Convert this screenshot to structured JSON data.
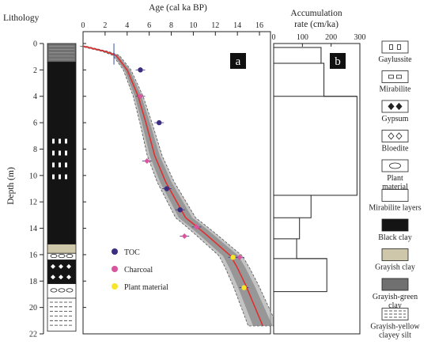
{
  "chart_data": [
    {
      "type": "column",
      "title": "Lithology",
      "ylabel": "Depth (m)",
      "yticks": [
        0,
        2,
        4,
        6,
        8,
        10,
        12,
        14,
        16,
        18,
        20,
        22
      ],
      "ylim": [
        0,
        22
      ],
      "units": [
        {
          "from": 0,
          "to": 1.4,
          "lithology": "Grayish-green clay"
        },
        {
          "from": 1.4,
          "to": 15.2,
          "lithology": "Black clay"
        },
        {
          "from": 7.2,
          "to": 10.2,
          "lithology": "Mirabilite layers (inclusions)"
        },
        {
          "from": 15.2,
          "to": 15.9,
          "lithology": "Grayish clay"
        },
        {
          "from": 15.9,
          "to": 16.4,
          "lithology": "Plant material"
        },
        {
          "from": 16.4,
          "to": 18.2,
          "lithology": "Black clay with gypsum"
        },
        {
          "from": 18.2,
          "to": 19.3,
          "lithology": "Plant material"
        },
        {
          "from": 19.3,
          "to": 21.8,
          "lithology": "Grayish-yellow clayey silt"
        }
      ]
    },
    {
      "type": "line",
      "panel_label": "a",
      "xlabel": "Age (cal ka BP)",
      "xlim": [
        0,
        17
      ],
      "xticks": [
        0,
        2,
        4,
        6,
        8,
        10,
        12,
        14,
        16
      ],
      "ylim": [
        0,
        22
      ],
      "series": [
        {
          "name": "Age model",
          "color": "#e03030",
          "points": [
            [
              0,
              0.2
            ],
            [
              1,
              0.4
            ],
            [
              2,
              0.6
            ],
            [
              3,
              0.9
            ],
            [
              4,
              2.0
            ],
            [
              5,
              4.0
            ],
            [
              5.7,
              6.0
            ],
            [
              6.5,
              8.5
            ],
            [
              7.5,
              10.5
            ],
            [
              8.5,
              12.0
            ],
            [
              9.3,
              13.2
            ],
            [
              10.2,
              13.8
            ],
            [
              11.2,
              14.5
            ],
            [
              12.3,
              15.3
            ],
            [
              13.4,
              16.1
            ],
            [
              14,
              17.0
            ],
            [
              14.8,
              18.4
            ],
            [
              15.5,
              19.8
            ],
            [
              16.3,
              21.4
            ]
          ]
        },
        {
          "name": "TOC",
          "color": "#3a2e80",
          "marker": "circle",
          "points": [
            [
              5.2,
              2.0
            ],
            [
              6.9,
              6.0
            ],
            [
              7.6,
              11.0
            ],
            [
              8.8,
              12.6
            ]
          ]
        },
        {
          "name": "Charcoal",
          "color": "#d9559e",
          "marker": "circle",
          "points": [
            [
              5.2,
              4.0
            ],
            [
              5.8,
              8.9
            ],
            [
              9.2,
              14.6
            ],
            [
              10.3,
              13.9
            ],
            [
              14.2,
              16.2
            ]
          ]
        },
        {
          "name": "Plant material",
          "color": "#f6e52a",
          "marker": "circle",
          "points": [
            [
              13.6,
              16.2
            ],
            [
              14.6,
              18.5
            ]
          ]
        }
      ],
      "legend": [
        {
          "label": "TOC",
          "color": "#3a2e80"
        },
        {
          "label": "Charcoal",
          "color": "#d9559e"
        },
        {
          "label": "Plant material",
          "color": "#f6e52a"
        }
      ]
    },
    {
      "type": "step",
      "panel_label": "b",
      "xlabel_line1": "Accumulation",
      "xlabel_line2": "rate (cm/ka)",
      "xlim": [
        0,
        300
      ],
      "xticks": [
        0,
        100,
        200,
        300
      ],
      "steps": [
        {
          "from": 0.3,
          "to": 1.5,
          "value": 165
        },
        {
          "from": 1.5,
          "to": 4.0,
          "value": 175
        },
        {
          "from": 4.0,
          "to": 11.5,
          "value": 290
        },
        {
          "from": 11.5,
          "to": 13.2,
          "value": 130
        },
        {
          "from": 13.2,
          "to": 14.8,
          "value": 90
        },
        {
          "from": 14.8,
          "to": 16.3,
          "value": 80
        },
        {
          "from": 16.3,
          "to": 18.8,
          "value": 185
        }
      ]
    }
  ],
  "legend_panel": [
    {
      "label": "Gaylussite",
      "icon": "gaylussite"
    },
    {
      "label": "Mirabilite",
      "icon": "mirabilite"
    },
    {
      "label": "Gypsum",
      "icon": "gypsum"
    },
    {
      "label": "Bloedite",
      "icon": "bloedite"
    },
    {
      "label": "Plant  material",
      "icon": "plant"
    },
    {
      "label": "Mirabilite layers",
      "icon": "blank"
    },
    {
      "label": "Black clay",
      "icon": "black"
    },
    {
      "label": "Grayish clay",
      "icon": "grayish"
    },
    {
      "label": "Grayish-green clay",
      "icon": "green"
    },
    {
      "label": "Grayish-yellow clayey silt",
      "icon": "silt"
    }
  ]
}
